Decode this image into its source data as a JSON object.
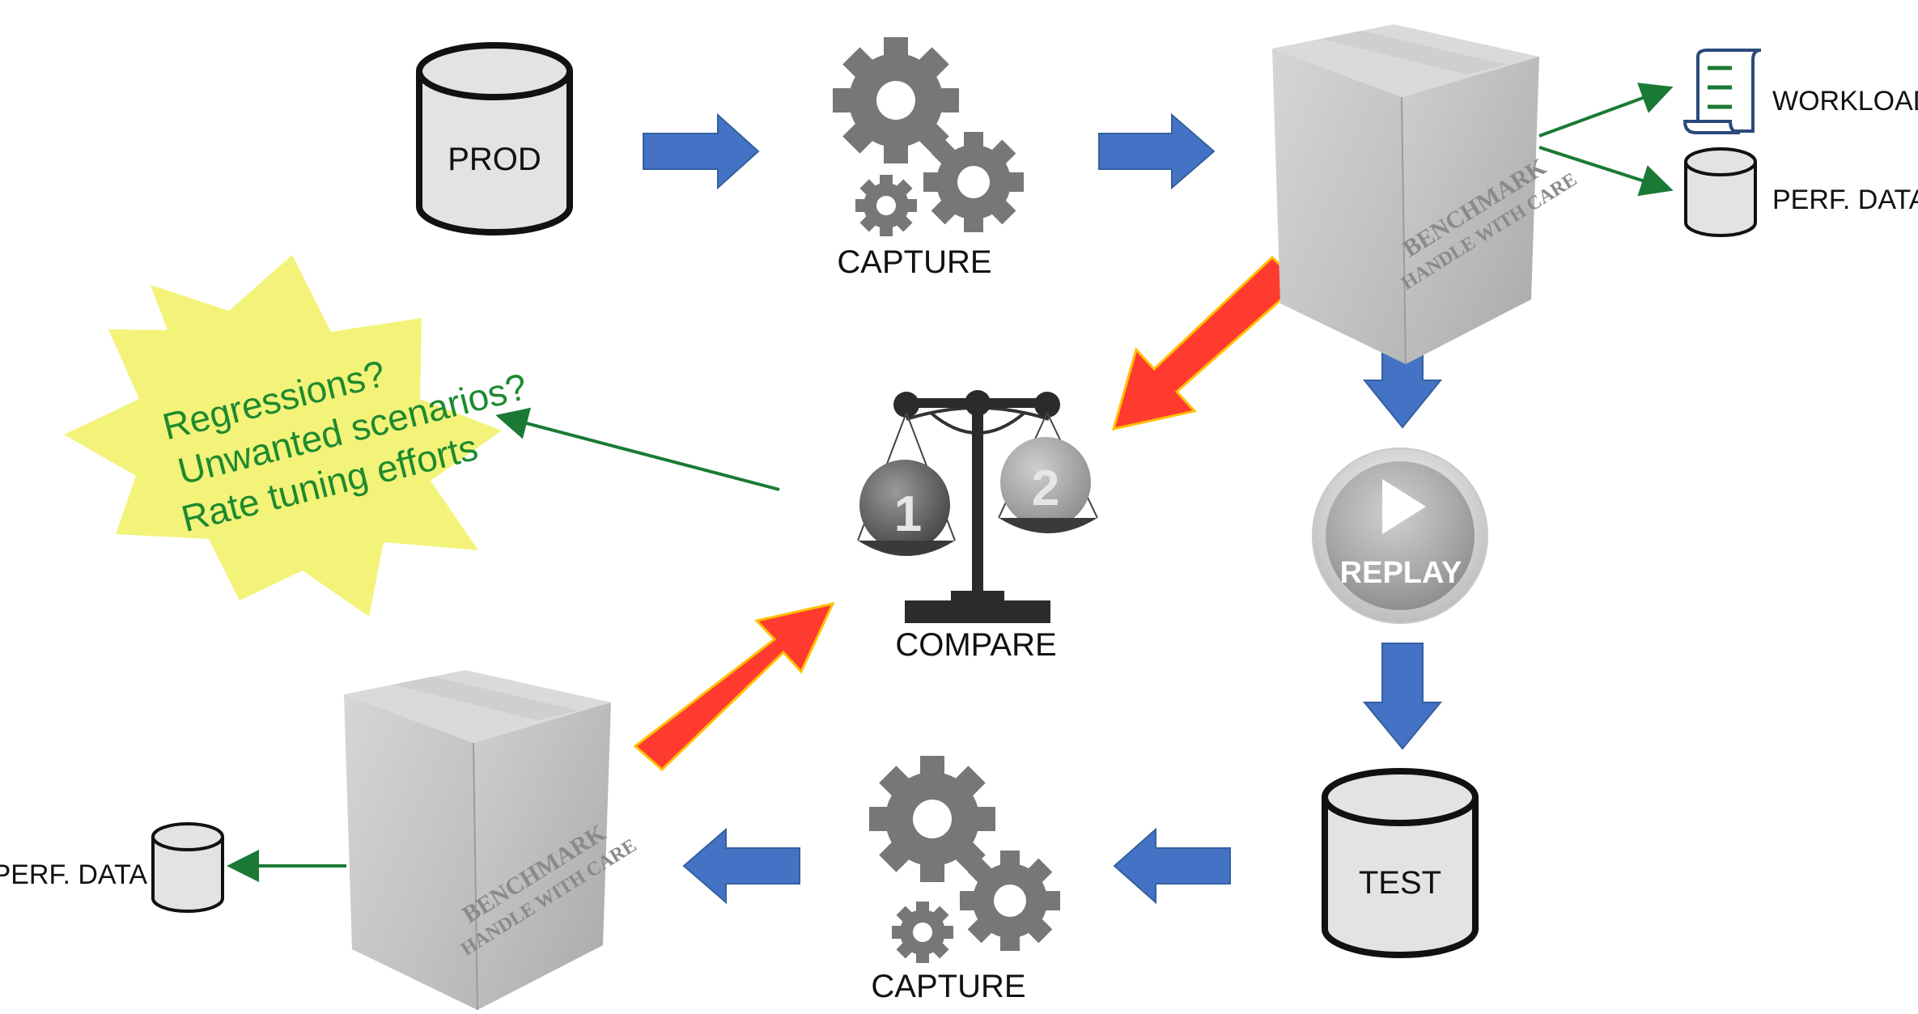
{
  "nodes": {
    "prod": {
      "label": "PROD"
    },
    "capture_top": {
      "label": "CAPTURE"
    },
    "benchmark_top": {
      "line1": "BENCHMARK",
      "line2": "HANDLE WITH CARE"
    },
    "workload": {
      "label": "WORKLOAD"
    },
    "perf_data_top": {
      "label": "PERF. DATA"
    },
    "replay": {
      "label": "REPLAY"
    },
    "test": {
      "label": "TEST"
    },
    "capture_bottom": {
      "label": "CAPTURE"
    },
    "benchmark_bottom": {
      "line1": "BENCHMARK",
      "line2": "HANDLE WITH CARE"
    },
    "perf_data_bottom": {
      "label": "PERF. DATA"
    },
    "compare": {
      "label": "COMPARE",
      "ball_left": "1",
      "ball_right": "2"
    }
  },
  "callout": {
    "lines": [
      "Regressions?",
      "Unwanted scenarios?",
      "Rate tuning efforts"
    ]
  },
  "colors": {
    "flow_arrow": "#4472c4",
    "compare_arrow": "#ff3b30",
    "compare_arrow_outline": "#ffc000",
    "link_arrow": "#1a7a35",
    "callout_fill": "#f3f37a",
    "callout_text": "#1e8a2e",
    "gear": "#777777",
    "box": "#c4c4c4"
  },
  "icons": [
    "database-icon",
    "gears-icon",
    "cardboard-box-icon",
    "document-icon",
    "replay-button-icon",
    "scales-icon"
  ]
}
